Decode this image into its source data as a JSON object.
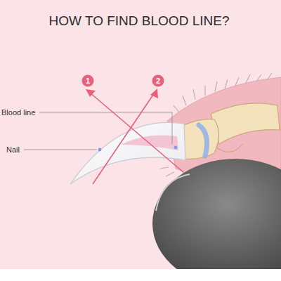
{
  "diagram": {
    "title": "HOW TO FIND BLOOD LINE?",
    "labels": [
      "Blood line",
      "Nail",
      "1",
      "2"
    ]
  }
}
